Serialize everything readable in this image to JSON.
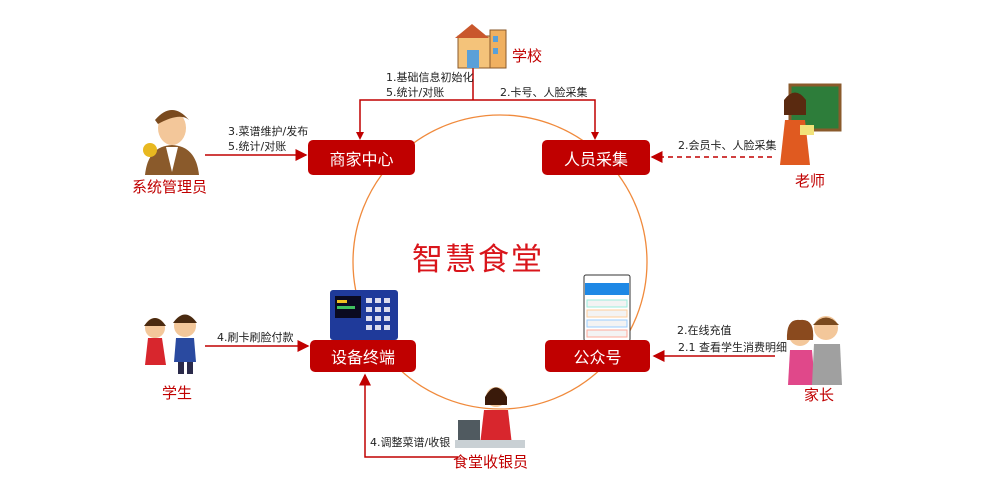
{
  "title": "智慧食堂",
  "nodes": {
    "merchant_center": "商家中心",
    "personnel_collection": "人员采集",
    "terminal": "设备终端",
    "official_account": "公众号"
  },
  "roles": {
    "school": "学校",
    "admin": "系统管理员",
    "teacher": "老师",
    "student": "学生",
    "parent": "家长",
    "cashier": "食堂收银员"
  },
  "labels": {
    "school_left": [
      "1.基础信息初始化",
      "5.统计/对账"
    ],
    "school_right": "2.卡号、人脸采集",
    "admin": [
      "3.菜谱维护/发布",
      "5.统计/对账"
    ],
    "teacher": "2.会员卡、人脸采集",
    "student": "4.刷卡刷脸付款",
    "parent": [
      "2.在线充值",
      "2.1 查看学生消费明细"
    ],
    "cashier": "4.调整菜谱/收银"
  },
  "colors": {
    "accent": "#c00000",
    "circle": "#f08a3c"
  }
}
